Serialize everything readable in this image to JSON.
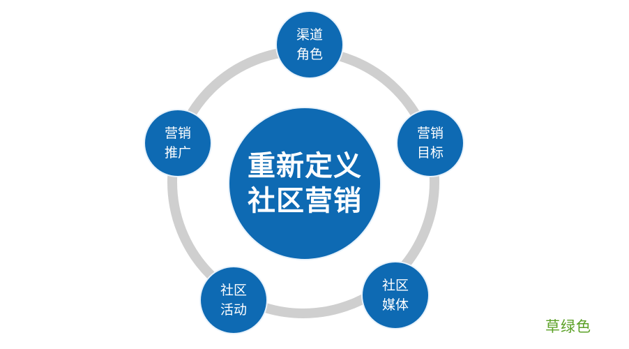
{
  "diagram": {
    "type": "hub-and-ring",
    "colors": {
      "node_fill": "#0e6ab3",
      "ring": "#cfcfcf",
      "text": "#ffffff",
      "caption": "#5aa025",
      "background": "#ffffff"
    },
    "center": {
      "line1": "重新定义",
      "line2": "社区营销"
    },
    "nodes": [
      {
        "position": "top",
        "line1": "渠道",
        "line2": "角色"
      },
      {
        "position": "right",
        "line1": "营销",
        "line2": "目标"
      },
      {
        "position": "bottom-right",
        "line1": "社区",
        "line2": "媒体"
      },
      {
        "position": "bottom-left",
        "line1": "社区",
        "line2": "活动"
      },
      {
        "position": "left",
        "line1": "营销",
        "line2": "推广"
      }
    ]
  },
  "caption": "草绿色"
}
